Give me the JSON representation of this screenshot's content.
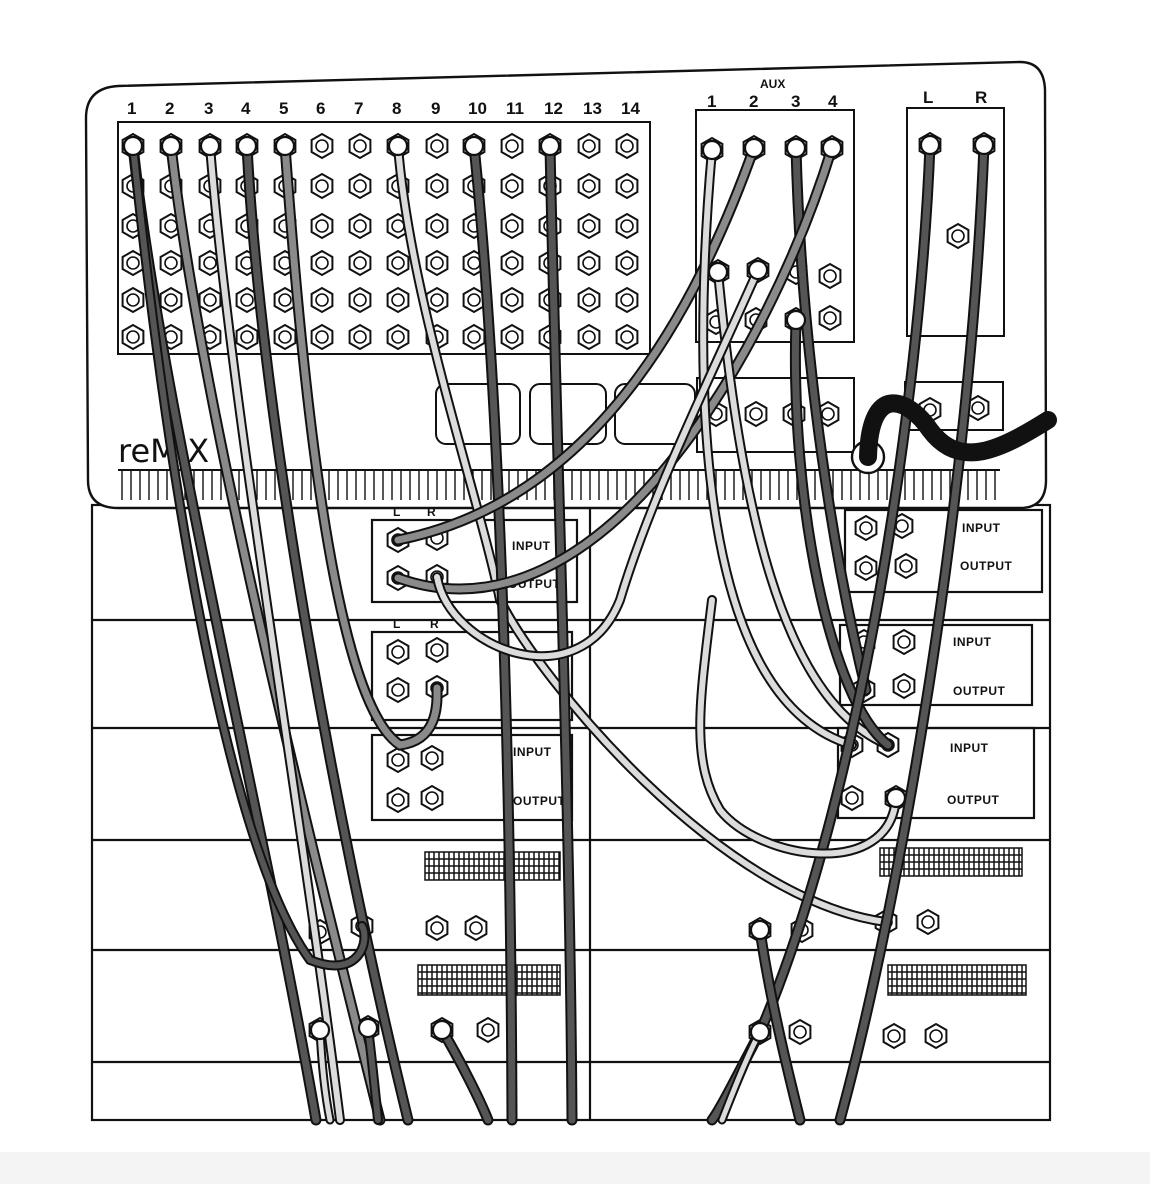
{
  "mixer": {
    "logo": "reMIX",
    "channel_labels": [
      "1",
      "2",
      "3",
      "4",
      "5",
      "6",
      "7",
      "8",
      "9",
      "10",
      "11",
      "12",
      "13",
      "14"
    ],
    "aux_title": "AUX",
    "aux_labels": [
      "1",
      "2",
      "3",
      "4"
    ],
    "master_labels": [
      "L",
      "R"
    ]
  },
  "rack": {
    "lr_labels": [
      "L",
      "R"
    ],
    "input_label": "INPUT",
    "output_label": "OUTPUT"
  },
  "colors": {
    "ink": "#111111",
    "cable_dark": "#555555",
    "cable_mid": "#8a8a8a",
    "cable_light": "#dcdcdc",
    "power_cable": "#111111"
  }
}
